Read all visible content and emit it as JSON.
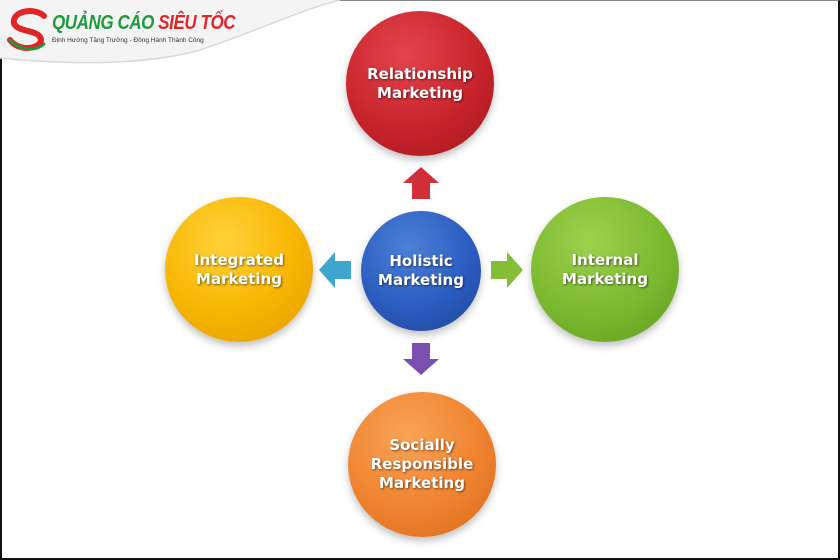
{
  "brand": {
    "name_part1": "QUẢNG CÁO ",
    "name_part2": "SIÊU TỐC",
    "tagline": "Định Hướng Tăng Trưởng - Đồng Hành Thành Công",
    "colors": {
      "green": "#1f9a3a",
      "red": "#e02428"
    }
  },
  "diagram": {
    "center": {
      "label": "Holistic\nMarketing",
      "color": "#2b5cc0"
    },
    "nodes": [
      {
        "id": "top",
        "label": "Relationship\nMarketing",
        "color": "#c8242c",
        "arrow_color": "#d23038",
        "direction": "up"
      },
      {
        "id": "left",
        "label": "Integrated\nMarketing",
        "color": "#f7b500",
        "arrow_color": "#3ea6cf",
        "direction": "left"
      },
      {
        "id": "right",
        "label": "Internal\nMarketing",
        "color": "#7bb92f",
        "arrow_color": "#83be36",
        "direction": "right"
      },
      {
        "id": "bottom",
        "label": "Socially\nResponsible\nMarketing",
        "color": "#ef8330",
        "arrow_color": "#7b4fb0",
        "direction": "down"
      }
    ]
  }
}
